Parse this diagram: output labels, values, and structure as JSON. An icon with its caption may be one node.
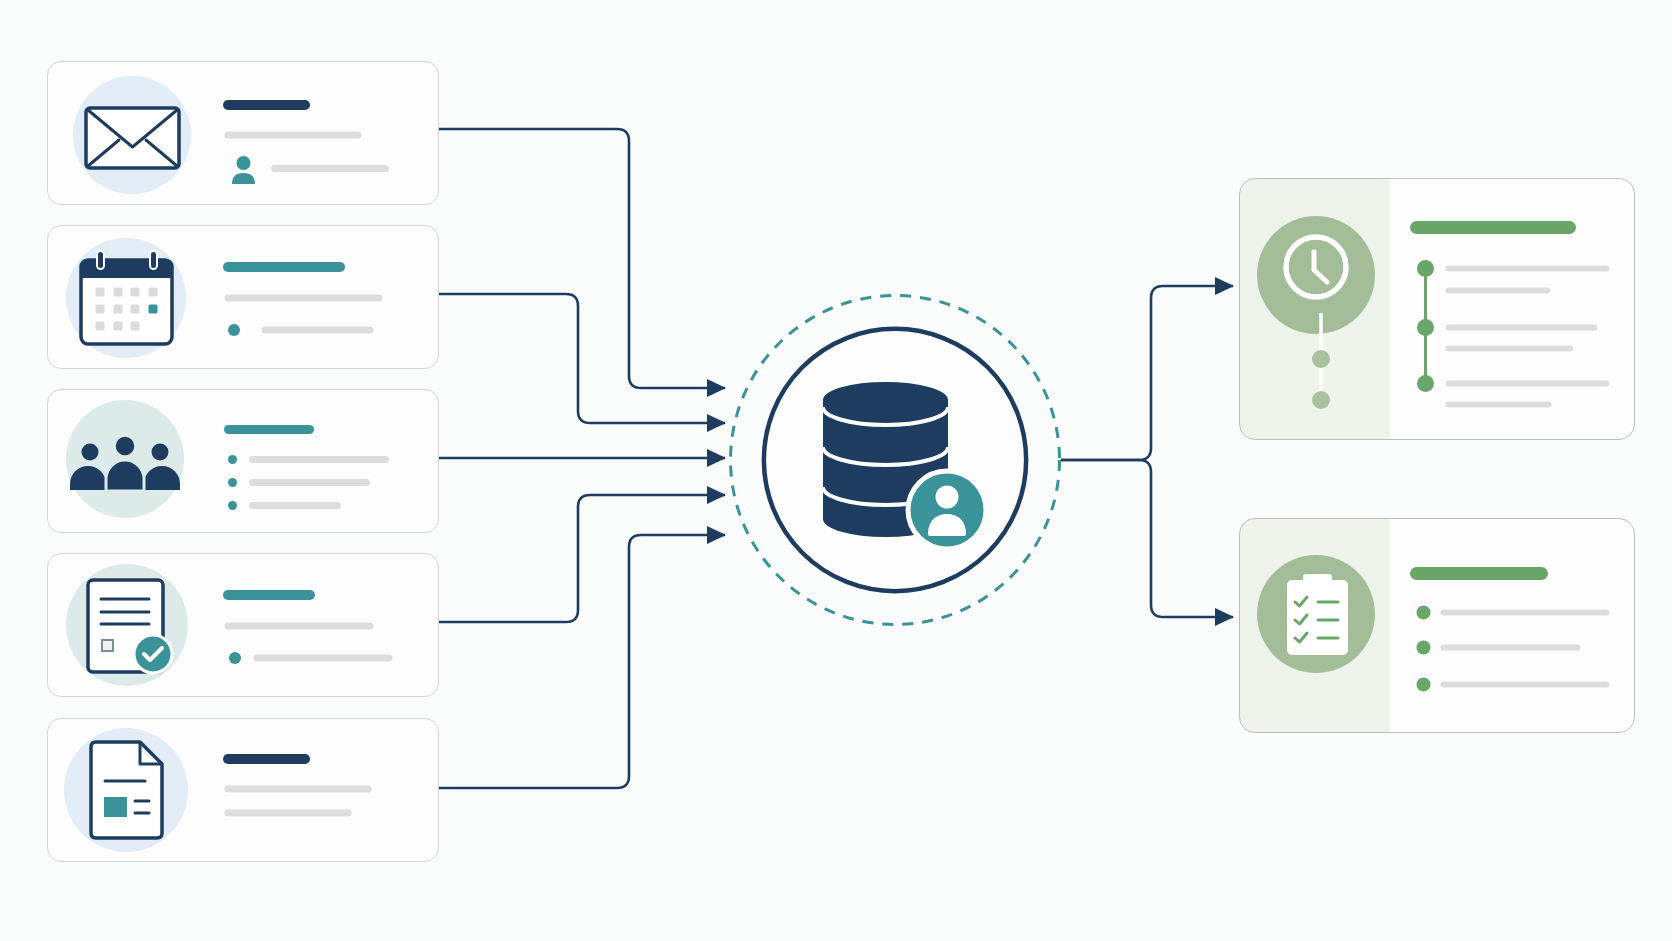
{
  "diagram": {
    "nodes": [
      {
        "text": [],
        "shape": "box"
      },
      {
        "text": [],
        "shape": "box"
      },
      {
        "text": [],
        "shape": "box"
      },
      {
        "text": [],
        "shape": "box"
      },
      {
        "text": [],
        "shape": "box"
      },
      {
        "text": [],
        "shape": "circle"
      },
      {
        "text": [],
        "shape": "box"
      },
      {
        "text": [],
        "shape": "box"
      }
    ],
    "edges": [
      {
        "from": 0,
        "to": 5,
        "arrow": "to"
      },
      {
        "from": 1,
        "to": 5,
        "arrow": "to"
      },
      {
        "from": 2,
        "to": 5,
        "arrow": "to"
      },
      {
        "from": 3,
        "to": 5,
        "arrow": "to"
      },
      {
        "from": 4,
        "to": 5,
        "arrow": "to"
      },
      {
        "from": 5,
        "to": 6,
        "arrow": "to"
      },
      {
        "from": 5,
        "to": 7,
        "arrow": "to"
      }
    ]
  }
}
